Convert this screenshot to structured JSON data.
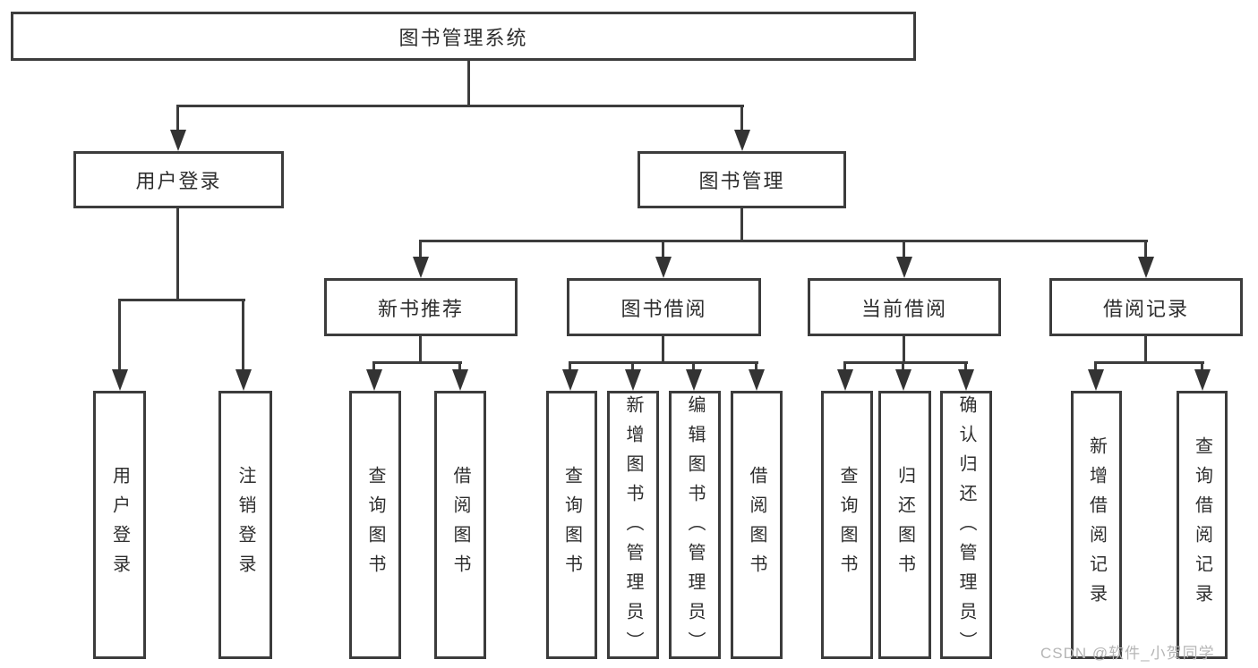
{
  "diagram": {
    "root": {
      "label": "图书管理系统"
    },
    "branches": [
      {
        "label": "用户登录",
        "children": [
          {
            "label": "用户登录"
          },
          {
            "label": "注销登录"
          }
        ]
      },
      {
        "label": "图书管理",
        "sections": [
          {
            "label": "新书推荐",
            "children": [
              {
                "label": "查询图书"
              },
              {
                "label": "借阅图书"
              }
            ]
          },
          {
            "label": "图书借阅",
            "children": [
              {
                "label": "查询图书"
              },
              {
                "label": "新增图书（管理员）"
              },
              {
                "label": "编辑图书（管理员）"
              },
              {
                "label": "借阅图书"
              }
            ]
          },
          {
            "label": "当前借阅",
            "children": [
              {
                "label": "查询图书"
              },
              {
                "label": "归还图书"
              },
              {
                "label": "确认归还（管理员）"
              }
            ]
          },
          {
            "label": "借阅记录",
            "children": [
              {
                "label": "新增借阅记录"
              },
              {
                "label": "查询借阅记录"
              }
            ]
          }
        ]
      }
    ],
    "watermark": "CSDN @软件_小贺同学",
    "colors": {
      "line": "#3c3c3c",
      "text": "#2e2e2e",
      "background": "#ffffff",
      "watermark": "#b5b5b5"
    }
  }
}
